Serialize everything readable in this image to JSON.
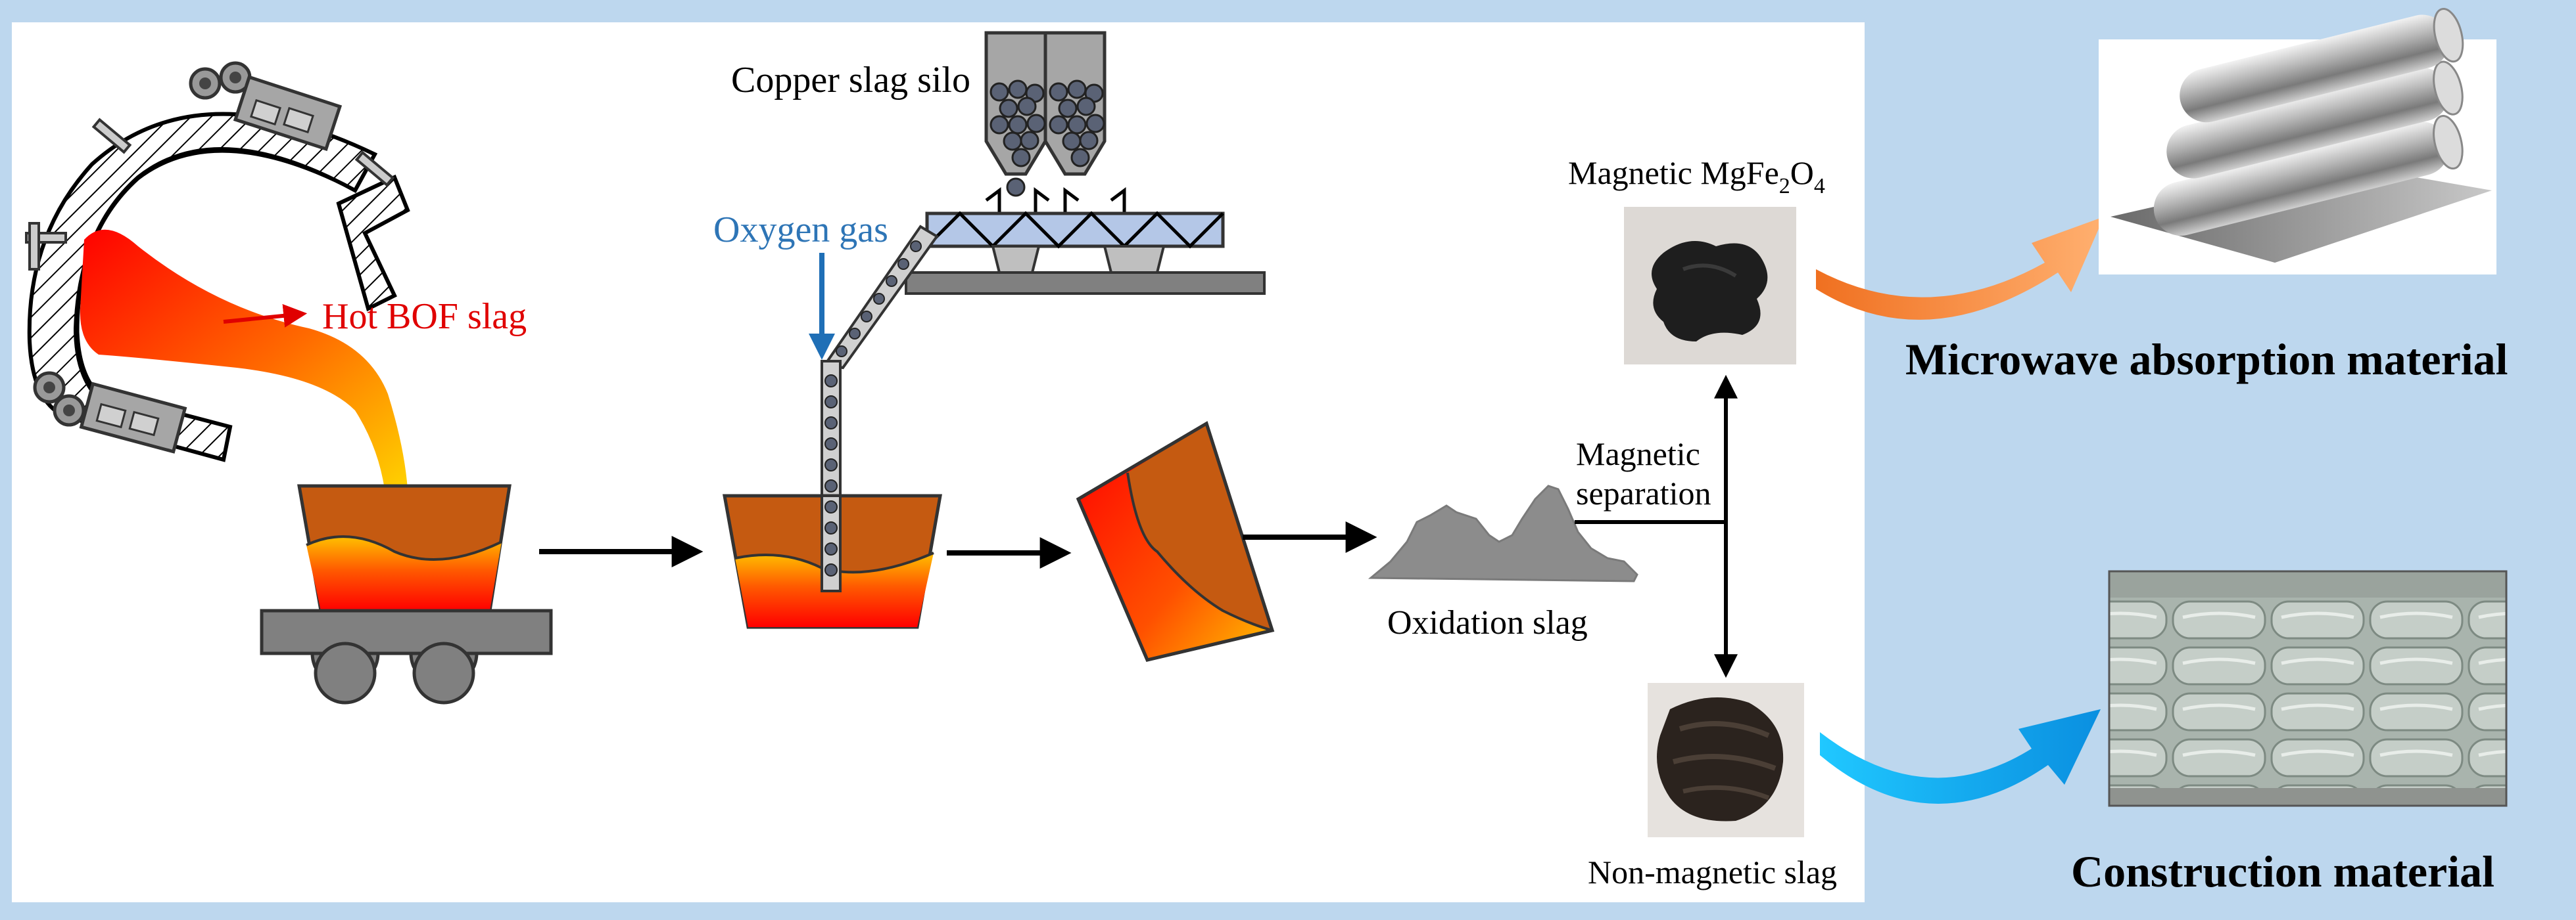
{
  "labels": {
    "hot_bof_slag": "Hot BOF slag",
    "copper_slag_silo": "Copper slag silo",
    "oxygen_gas": "Oxygen gas",
    "oxidation_slag": "Oxidation slag",
    "magnetic_separation_line1": "Magnetic",
    "magnetic_separation_line2": "separation",
    "magnetic_product_prefix": "Magnetic MgFe",
    "magnetic_product_sub1": "2",
    "magnetic_product_mid": "O",
    "magnetic_product_sub2": "4",
    "non_magnetic_slag": "Non-magnetic slag",
    "microwave_material": "Microwave absorption material",
    "construction_material": "Construction material"
  },
  "colors": {
    "background": "#bdd7ee",
    "panel": "#ffffff",
    "slag_brown": "#c55a11",
    "melt_red": "#ff2a00",
    "melt_yellow": "#ffc000",
    "hot_slag_label": "#e00000",
    "oxygen_label": "#2e75b6",
    "oxygen_arrow": "#1f6fb6",
    "orange_arrow": "#f08a30",
    "cyan_arrow": "#12a8e8",
    "gray_fill": "#8c8c8c",
    "bar_fill": "#808080",
    "conveyor_fill": "#b4c7e7"
  },
  "icons": [
    "bof-converter-icon",
    "slag-pot-car-icon",
    "copper-slag-silo-icon",
    "screw-conveyor-icon",
    "oxygen-lance-icon",
    "tilted-slag-block-icon",
    "oxidation-slag-pile-icon",
    "mgfe2o4-powder-photo",
    "non-magnetic-slag-photo",
    "steel-rolls-photo",
    "cement-bags-photo"
  ]
}
